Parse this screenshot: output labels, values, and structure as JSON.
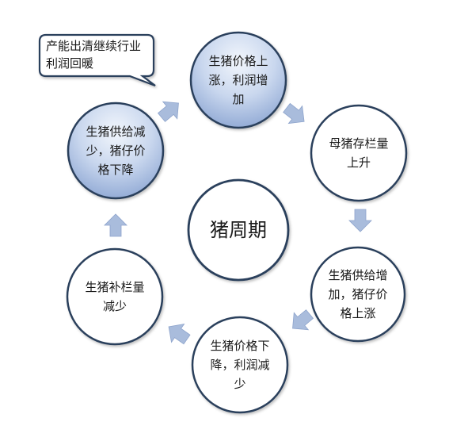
{
  "center": {
    "label": "猪周期"
  },
  "nodes": [
    {
      "id": "rise",
      "label": "生猪价格上涨，利润增加",
      "highlight": true
    },
    {
      "id": "sow-up",
      "label": "母猪存栏量上升",
      "highlight": false
    },
    {
      "id": "supply-up",
      "label": "生猪供给增加，猪仔价格上涨",
      "highlight": false
    },
    {
      "id": "fall",
      "label": "生猪价格下降，利润减少",
      "highlight": false
    },
    {
      "id": "restock-down",
      "label": "生猪补栏量减少",
      "highlight": false
    },
    {
      "id": "supply-down",
      "label": "生猪供给减少，猪仔价格下降",
      "highlight": true
    }
  ],
  "callout": {
    "label": "产能出清继续行业利润回暖"
  },
  "colors": {
    "node_stroke": "#2c3f5c",
    "highlight_fill_top": "#eef3fb",
    "highlight_fill_bottom": "#9fb6dc",
    "arrow_fill": "#a9bcdc",
    "arrow_stroke": "#8ea4cc",
    "callout_stroke": "#2c3f5c"
  }
}
